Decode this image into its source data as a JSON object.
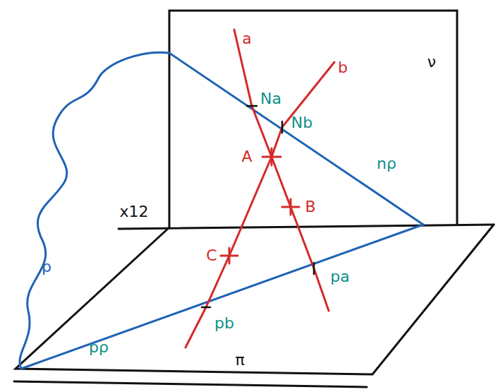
{
  "diagram": {
    "labels": [
      "ν",
      "a",
      "b",
      "Na",
      "Nb",
      "A",
      "B",
      "C",
      "nρ",
      "x12",
      "ρ",
      "pa",
      "pb",
      "pρ",
      "π"
    ]
  }
}
